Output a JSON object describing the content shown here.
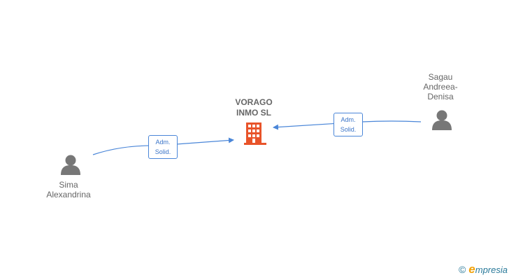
{
  "company": {
    "name": "VORAGO\nINMO  SL",
    "icon": "building-icon",
    "color": "#e8542a"
  },
  "persons": [
    {
      "name": "Sima\nAlexandrina",
      "icon": "person-icon"
    },
    {
      "name": "Sagau\nAndreea-\nDenisa",
      "icon": "person-icon"
    }
  ],
  "relations": [
    {
      "role": "Adm.\nSolid.",
      "from": "persons.0",
      "to": "company"
    },
    {
      "role": "Adm.\nSolid.",
      "from": "persons.1",
      "to": "company"
    }
  ],
  "colors": {
    "edge": "#4a86d8",
    "person": "#777777"
  },
  "footer": {
    "copyright": "©",
    "brand_initial": "e",
    "brand_rest": "mpresia"
  }
}
